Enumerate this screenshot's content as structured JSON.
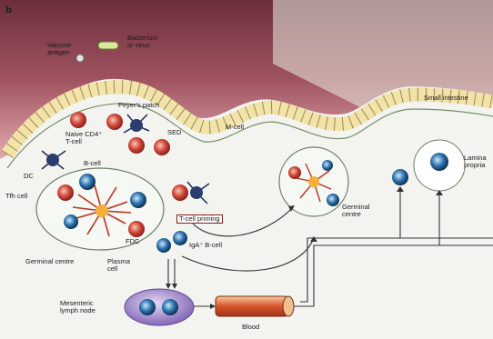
{
  "panel_label": "b",
  "labels": {
    "vaccine_antigen": "Vaccine\nantigen",
    "bacterium": "Bacterium\nor virus",
    "peyers_patch": "Peyer's patch",
    "naive_cd4": "Naive CD4⁺\nT-cell",
    "sed": "SED",
    "m_cell": "M-cell",
    "small_intestine": "Small intestine",
    "dc": "DC",
    "b_cell": "B-cell",
    "tfh_cell": "Tfh cell",
    "fdc": "FDC",
    "t_cell_priming": "T-cell priming",
    "germinal_centre_left": "Germinal centre",
    "germinal_centre_right": "Germinal\ncentre",
    "lamina_propria": "Lamina\npropria",
    "plasma_cell": "Plasma\ncell",
    "iga_b_cell": "IgA⁺ B-cell",
    "mesenteric_lymph_node": "Mesenteric\nlymph node",
    "blood": "Blood"
  },
  "colors": {
    "epithelium_pink": "#e3a9b0",
    "tissue_dark": "#7a3d48",
    "cell_yellow": "#f5e9b8",
    "cell_red": "#c0392b",
    "cell_blue": "#2a5c8a",
    "node_purple": "#a98fcf",
    "blood_vessel": "#d9542a"
  }
}
